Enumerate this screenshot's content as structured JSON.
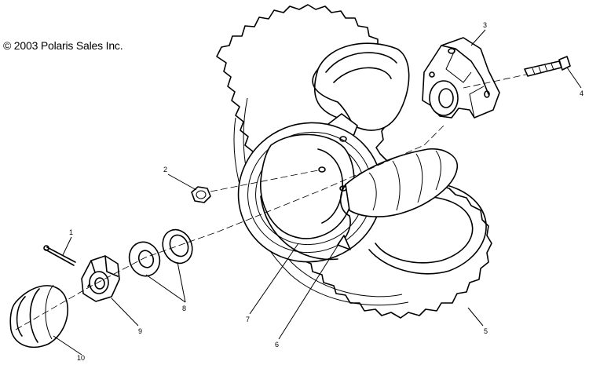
{
  "copyright": "© 2003 Polaris Sales Inc.",
  "callouts": [
    {
      "id": "1",
      "label": "1"
    },
    {
      "id": "2",
      "label": "2"
    },
    {
      "id": "3",
      "label": "3"
    },
    {
      "id": "4",
      "label": "4"
    },
    {
      "id": "5",
      "label": "5"
    },
    {
      "id": "6",
      "label": "6"
    },
    {
      "id": "7",
      "label": "7"
    },
    {
      "id": "8",
      "label": "8"
    },
    {
      "id": "9",
      "label": "9"
    },
    {
      "id": "10",
      "label": "10"
    }
  ]
}
